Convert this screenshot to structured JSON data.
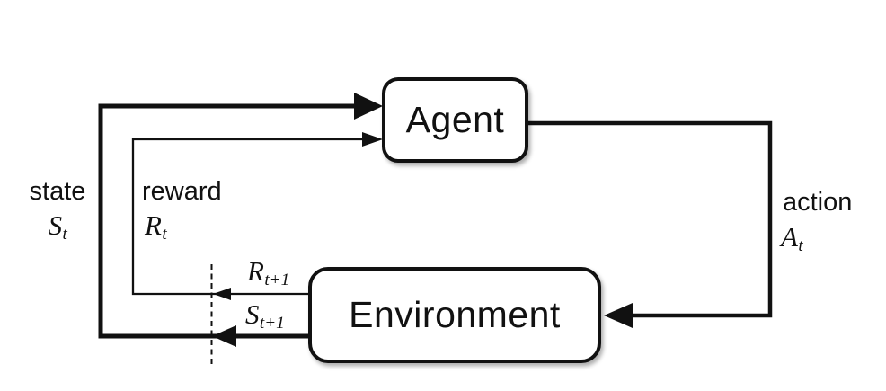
{
  "diagram_title": "agent-environment-interaction-loop",
  "boxes": {
    "agent": "Agent",
    "environment": "Environment"
  },
  "labels": {
    "state": {
      "word": "state",
      "base": "S",
      "sub": "t"
    },
    "reward": {
      "word": "reward",
      "base": "R",
      "sub": "t"
    },
    "action": {
      "word": "action",
      "base": "A",
      "sub": "t"
    },
    "next_reward": {
      "base": "R",
      "sub": "t+1"
    },
    "next_state": {
      "base": "S",
      "sub": "t+1"
    }
  },
  "colors": {
    "line": "#111111",
    "background": "#ffffff",
    "text": "#111111"
  }
}
